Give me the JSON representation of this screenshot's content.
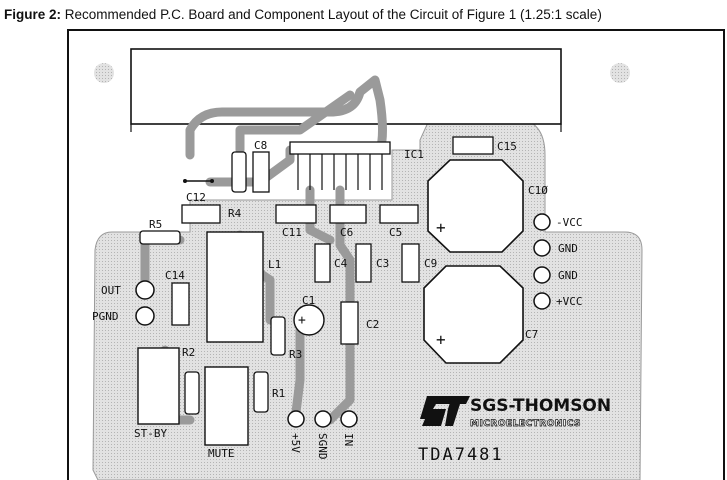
{
  "caption": {
    "figure_label": "Figure 2:",
    "text": " Recommended P.C. Board and Component Layout of the Circuit of Figure 1 (1.25:1 scale)"
  },
  "components": {
    "ic1": "IC1",
    "c15": "C15",
    "c8": "C8",
    "c12": "C12",
    "r4": "R4",
    "r5": "R5",
    "c11": "C11",
    "c6": "C6",
    "c5": "C5",
    "c10": "C1Ø",
    "l1": "L1",
    "c4": "C4",
    "c3": "C3",
    "c9": "C9",
    "c14": "C14",
    "c1": "C1",
    "c2": "C2",
    "c7": "C7",
    "r3": "R3",
    "r2": "R2",
    "r1": "R1"
  },
  "connectors": {
    "minus_vcc": "-VCC",
    "gnd1": "GND",
    "gnd2": "GND",
    "plus_vcc": "+VCC",
    "out": "OUT",
    "pgnd": "PGND",
    "st_by": "ST-BY",
    "mute": "MUTE",
    "plus5v": "+5V",
    "sgnd": "SGND",
    "in": "IN"
  },
  "polarity": {
    "plus": "+"
  },
  "branding": {
    "company": "SGS-THOMSON",
    "division": "MICROELECTRONICS",
    "part_number": "TDA7481"
  }
}
